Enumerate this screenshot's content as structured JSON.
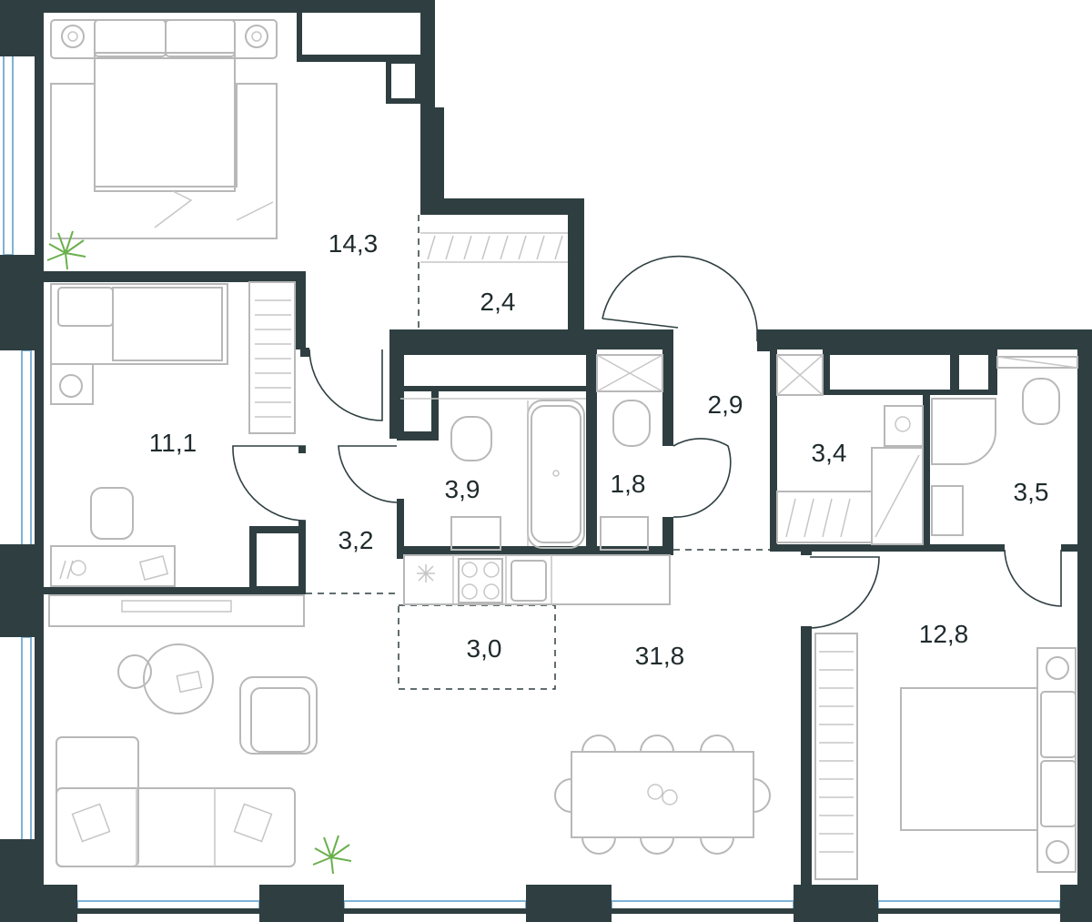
{
  "rooms": [
    {
      "id": "bedroom-top",
      "area": "14,3"
    },
    {
      "id": "storage",
      "area": "2,4"
    },
    {
      "id": "bedroom-left",
      "area": "11,1"
    },
    {
      "id": "hallway-left",
      "area": "3,2"
    },
    {
      "id": "bathroom",
      "area": "3,9"
    },
    {
      "id": "wc",
      "area": "1,8"
    },
    {
      "id": "hallway-center",
      "area": "2,9"
    },
    {
      "id": "laundry",
      "area": "3,4"
    },
    {
      "id": "shower-room",
      "area": "3,5"
    },
    {
      "id": "kitchen-niche",
      "area": "3,0"
    },
    {
      "id": "living-kitchen",
      "area": "31,8"
    },
    {
      "id": "bedroom-right",
      "area": "12,8"
    }
  ],
  "colors": {
    "wall": "#2f3f41",
    "furniture": "#b8b8b8",
    "window": "#7fb3d5",
    "plant": "#6ab04c"
  }
}
